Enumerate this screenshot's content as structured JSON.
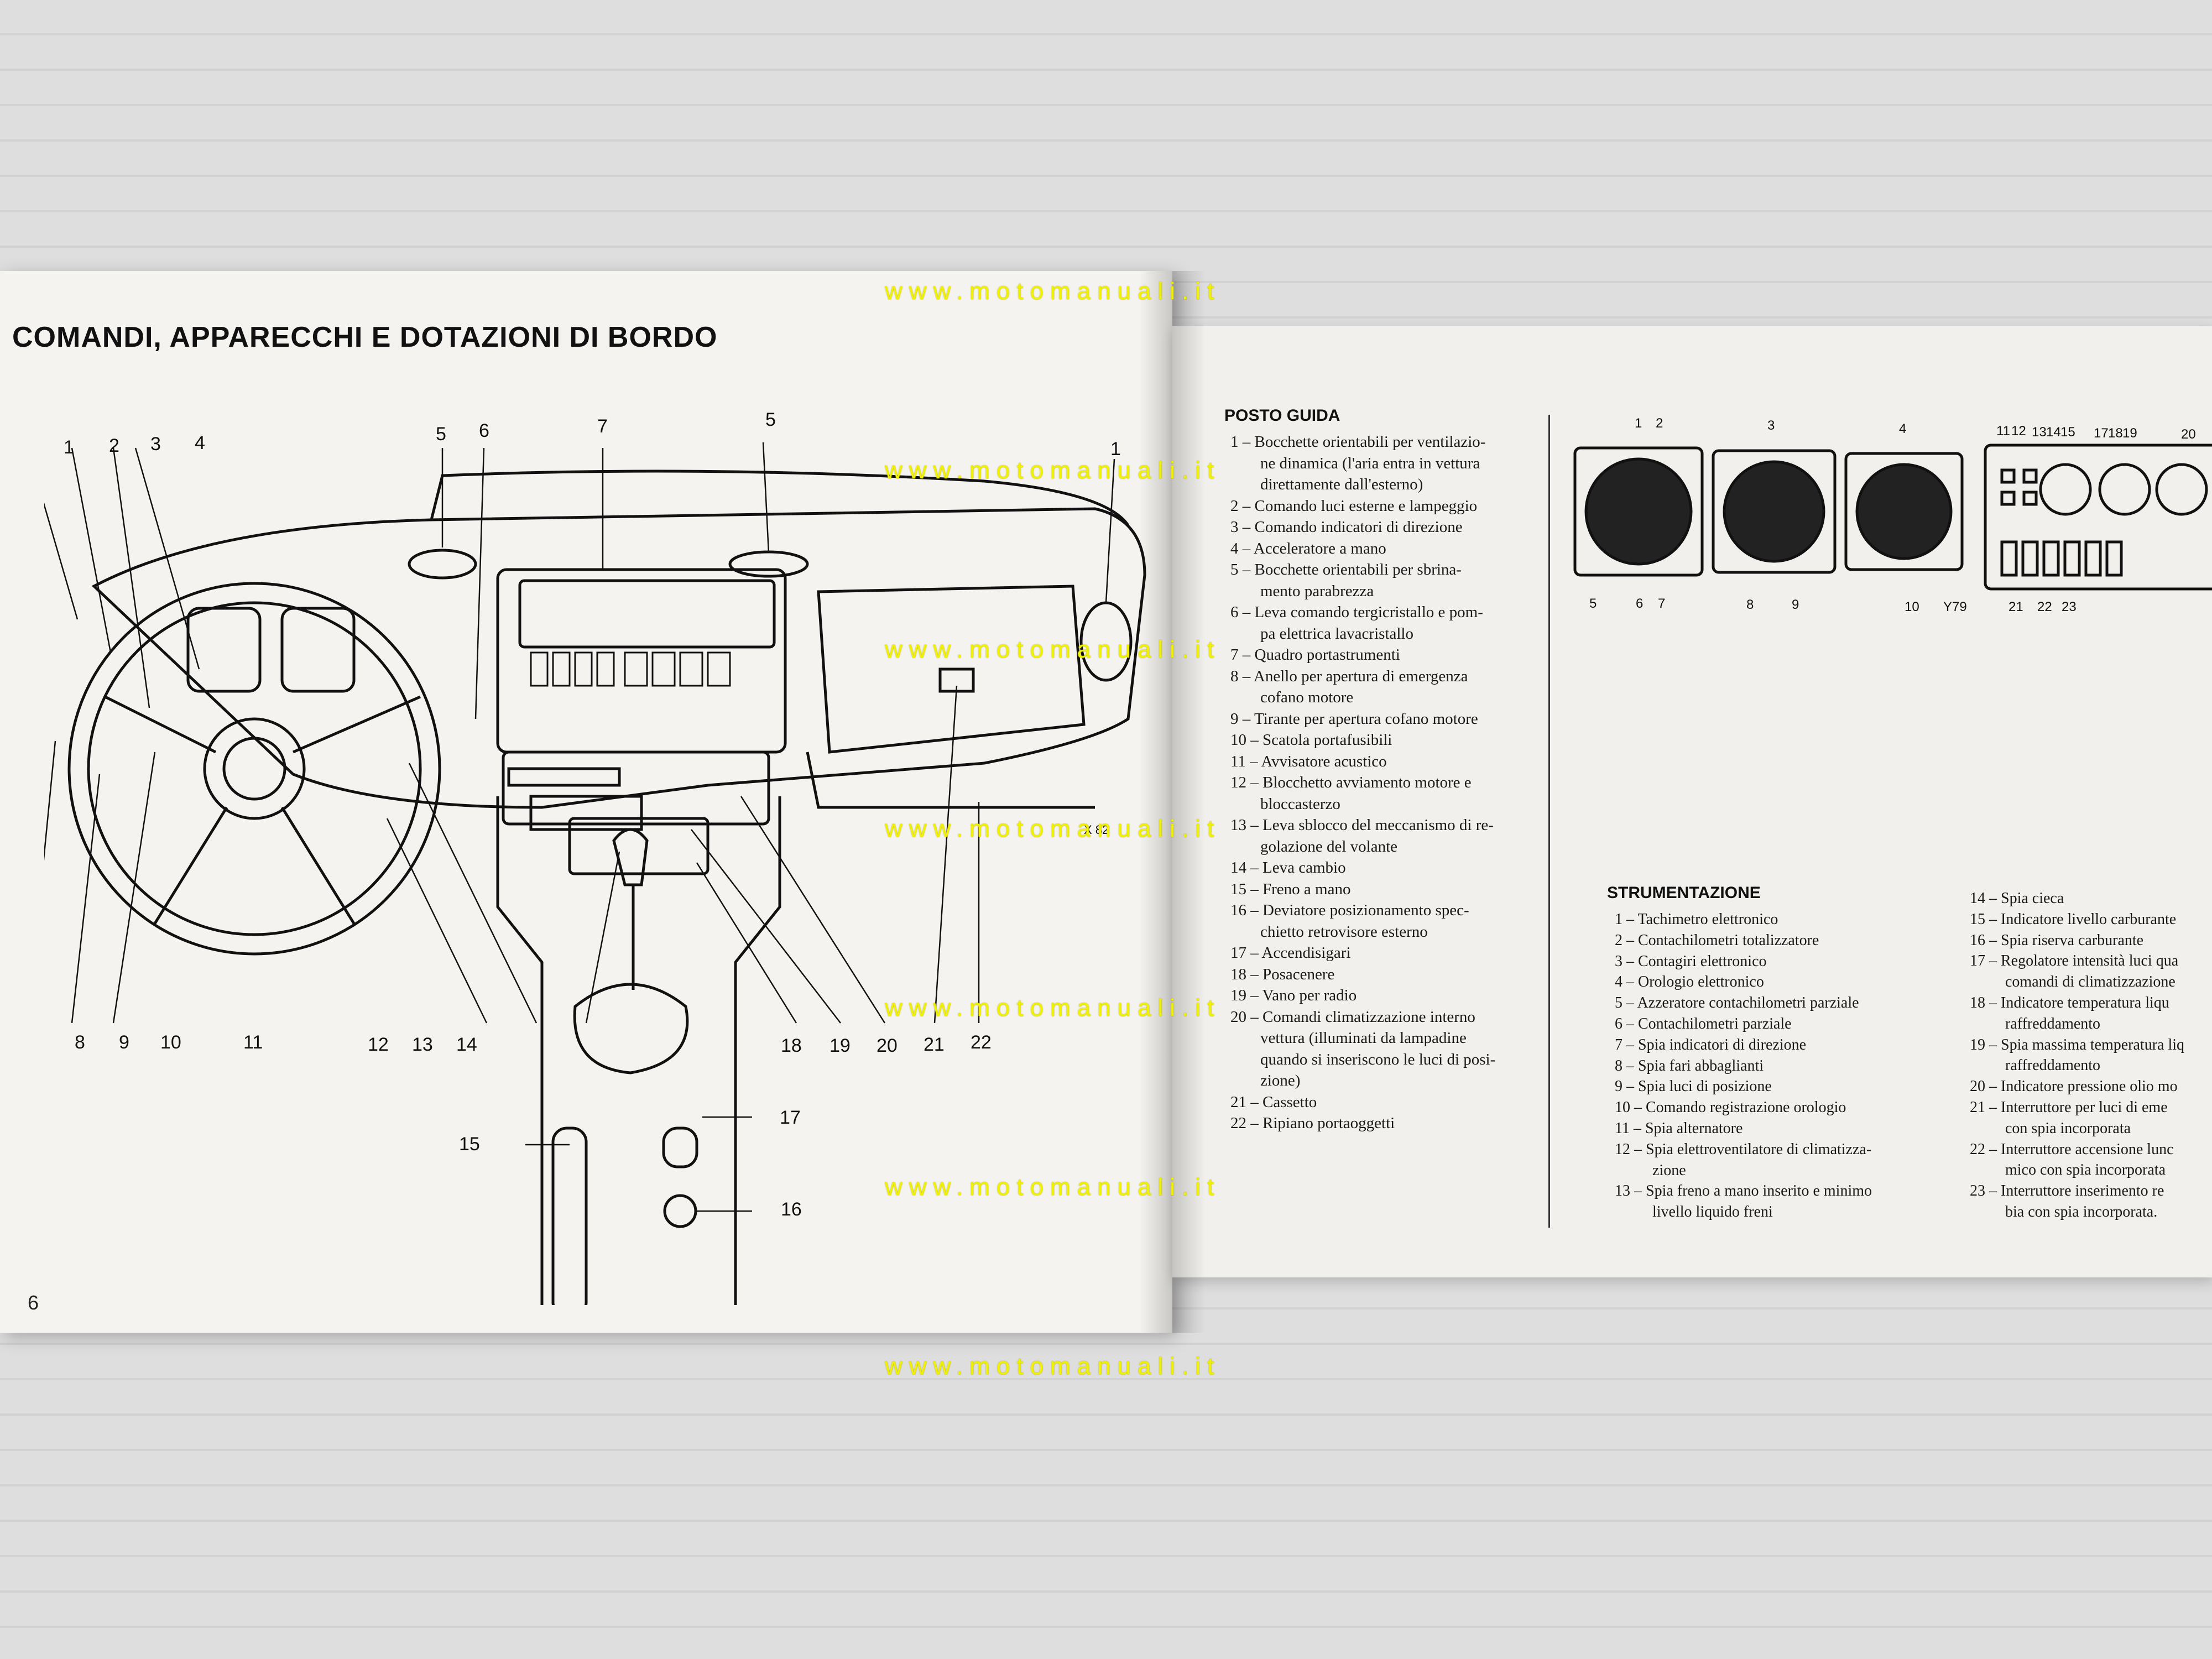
{
  "left_page": {
    "heading": "COMANDI, APPARECCHI E DOTAZIONI DI BORDO",
    "page_number": "6",
    "diagram_code": "X 82",
    "callouts_top": [
      "1",
      "2",
      "3",
      "4",
      "5",
      "6",
      "7",
      "5",
      "1"
    ],
    "callouts_bottom": [
      "8",
      "9",
      "10",
      "11",
      "12",
      "13",
      "14",
      "18",
      "19",
      "20",
      "21",
      "22"
    ],
    "callouts_side": [
      "17",
      "15",
      "16"
    ]
  },
  "right_page": {
    "posto_guida": {
      "title": "POSTO GUIDA",
      "items": [
        "1 – Bocchette orientabili per ventilazio-",
        "ne dinamica (l'aria entra in vettura",
        "direttamente dall'esterno)",
        "2 – Comando luci esterne e lampeggio",
        "3 – Comando indicatori di direzione",
        "4 – Acceleratore a mano",
        "5 – Bocchette orientabili per sbrina-",
        "mento parabrezza",
        "6 – Leva comando tergicristallo e pom-",
        "pa elettrica lavacristallo",
        "7 – Quadro portastrumenti",
        "8 – Anello per apertura di emergenza",
        "cofano motore",
        "9 – Tirante per apertura cofano motore",
        "10 – Scatola portafusibili",
        "11 – Avvisatore acustico",
        "12 – Blocchetto avviamento motore e",
        "bloccasterzo",
        "13 – Leva sblocco del meccanismo di re-",
        "golazione del volante",
        "14 – Leva cambio",
        "15 – Freno a mano",
        "16 – Deviatore posizionamento spec-",
        "chietto retrovisore esterno",
        "17 – Accendisigari",
        "18 – Posacenere",
        "19 – Vano per radio",
        "20 – Comandi climatizzazione interno",
        "vettura (illuminati da lampadine",
        "quando si inseriscono le luci di posi-",
        "zione)",
        "21 – Cassetto",
        "22 – Ripiano portaoggetti"
      ]
    },
    "strumentazione": {
      "title": "STRUMENTAZIONE",
      "col1": [
        "1 – Tachimetro elettronico",
        "2 – Contachilometri totalizzatore",
        "3 – Contagiri elettronico",
        "4 – Orologio elettronico",
        "5 – Azzeratore contachilometri parziale",
        "6 – Contachilometri parziale",
        "7 – Spia indicatori di direzione",
        "8 – Spia fari abbaglianti",
        "9 – Spia luci di posizione",
        "10 – Comando registrazione orologio",
        "11 – Spia alternatore",
        "12 – Spia elettroventilatore di climatizza-",
        "zione",
        "13 – Spia freno a mano inserito e minimo",
        "livello liquido freni"
      ],
      "col2": [
        "14 – Spia cieca",
        "15 – Indicatore livello carburante",
        "16 – Spia riserva carburante",
        "17 – Regolatore intensità luci qua",
        "comandi di climatizzazione",
        "18 – Indicatore temperatura liqu",
        "raffreddamento",
        "19 – Spia massima temperatura liq",
        "raffreddamento",
        "20 – Indicatore pressione olio mo",
        "21 – Interruttore per luci di eme",
        "con spia incorporata",
        "22 – Interruttore accensione lunc",
        "mico con spia incorporata",
        "23 – Interruttore inserimento re",
        "bia con spia incorporata."
      ]
    },
    "instrument_labels": {
      "top": [
        "1",
        "2",
        "3",
        "4",
        "11",
        "12",
        "13",
        "14",
        "15",
        "17",
        "18",
        "19",
        "20"
      ],
      "bottom": [
        "5",
        "6",
        "7",
        "8",
        "9",
        "10",
        "Y79",
        "21",
        "22",
        "23"
      ]
    }
  },
  "watermark": "www.motomanuali.it"
}
